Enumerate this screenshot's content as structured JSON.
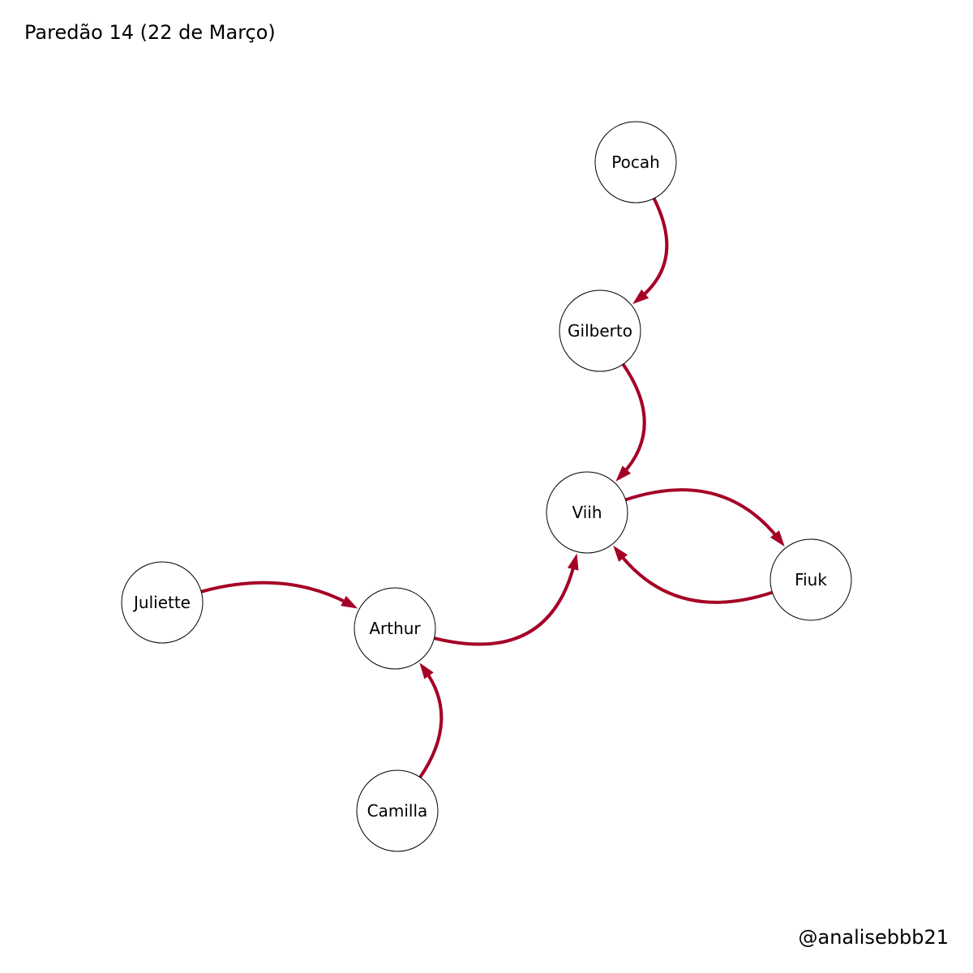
{
  "title": "Paredão 14 (22 de Março)",
  "credit": "@analisebbb21",
  "colors": {
    "edge": "#a50026",
    "node_fill": "#ffffff",
    "node_stroke": "#000000"
  },
  "nodes": [
    {
      "id": "pocah",
      "label": "Pocah"
    },
    {
      "id": "gilberto",
      "label": "Gilberto"
    },
    {
      "id": "viih",
      "label": "Viih"
    },
    {
      "id": "fiuk",
      "label": "Fiuk"
    },
    {
      "id": "juliette",
      "label": "Juliette"
    },
    {
      "id": "arthur",
      "label": "Arthur"
    },
    {
      "id": "camilla",
      "label": "Camilla"
    }
  ],
  "edges": [
    {
      "from": "pocah",
      "to": "gilberto"
    },
    {
      "from": "gilberto",
      "to": "viih"
    },
    {
      "from": "fiuk",
      "to": "viih"
    },
    {
      "from": "viih",
      "to": "fiuk"
    },
    {
      "from": "juliette",
      "to": "arthur"
    },
    {
      "from": "arthur",
      "to": "viih"
    },
    {
      "from": "camilla",
      "to": "arthur"
    }
  ]
}
